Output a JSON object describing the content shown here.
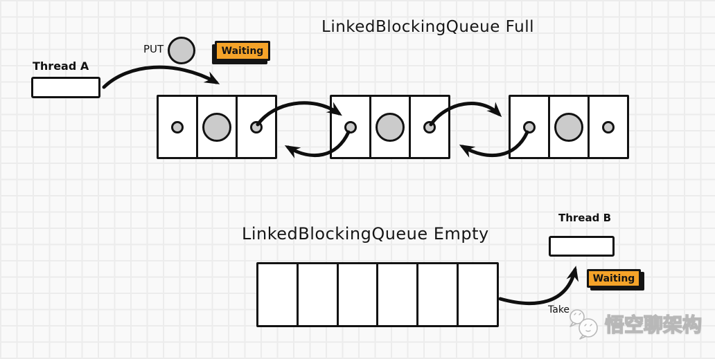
{
  "titles": {
    "full": "LinkedBlockingQueue Full",
    "empty": "LinkedBlockingQueue Empty"
  },
  "full_section": {
    "thread_label": "Thread A",
    "action_label": "PUT",
    "waiting_label": "Waiting",
    "node_count": 3,
    "cells_per_node": 3
  },
  "empty_section": {
    "thread_label": "Thread B",
    "action_label": "Take",
    "waiting_label": "Waiting",
    "slot_count": 6
  },
  "watermark": {
    "text": "悟空聊架构",
    "icon": "wechat-chat-bubbles-icon"
  },
  "colors": {
    "badge_orange": "#f5a329",
    "element_gray": "#cbcbcb",
    "ink": "#121212",
    "background": "#f9f9f9",
    "grid_line": "#ececec"
  }
}
